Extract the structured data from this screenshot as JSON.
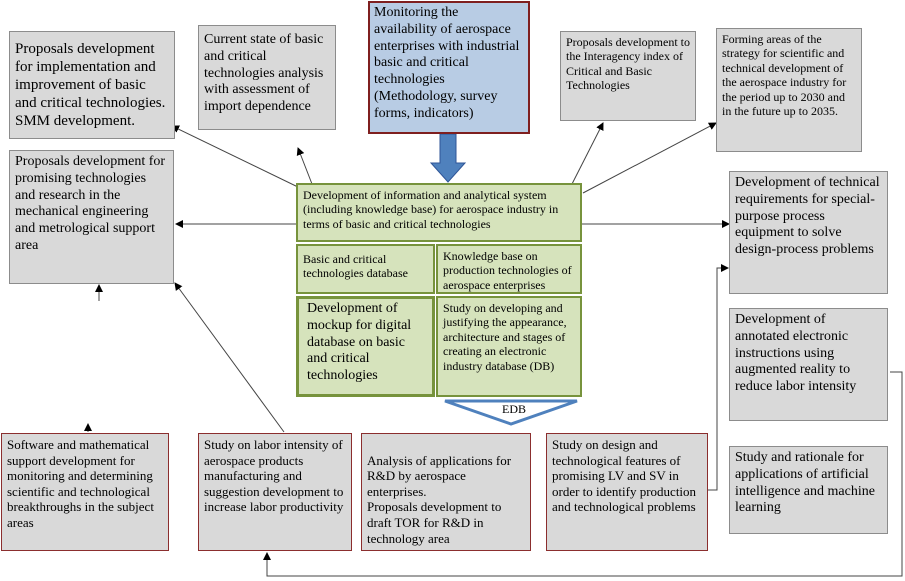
{
  "boxes": {
    "monitoring": "Monitoring the availability of aerospace enterprises with industrial basic and critical technologies (Methodology, survey forms, indicators)",
    "proposals_smm": "Proposals development for implementation and improvement of basic and critical technologies. SMM development.",
    "current_state": "Current state of basic and critical technologies analysis with assessment of import dependence",
    "interagency": "Proposals development to the Interagency index of Critical and Basic Technologies",
    "strategy": "Forming areas of the strategy for scientific and technical development of the aerospace industry for the period up to 2030 and in the future up to 2035.",
    "promising": "Proposals development for promising technologies and research in the mechanical engineering and metrological support area",
    "center_system": "Development of information and analytical system (including knowledge base) for aerospace industry in terms of basic and critical technologies",
    "database": "Basic and critical technologies database",
    "knowledge_base": "Knowledge base on production technologies of aerospace enterprises",
    "mockup": "Development of mockup for digital database on basic and critical technologies",
    "study_edb": "Study on developing and justifying the appearance, architecture and stages of creating an electronic industry database (DB)",
    "edb_label": "EDB",
    "tech_requirements": "Development of technical requirements for special-purpose process equipment to solve design-process problems",
    "annotated": "Development of annotated electronic instructions using augmented reality to reduce labor intensity",
    "ai": "Study and rationale for applications of artificial intelligence and machine learning",
    "software": "Software and mathematical support development for monitoring and determining scientific and technological breakthroughs in the subject areas",
    "labor": "Study on labor intensity of aerospace products manufacturing and suggestion development to increase labor productivity",
    "analysis_rd": "Analysis of applications for R&D by aerospace enterprises.\nProposals development to draft TOR for R&D in technology area",
    "lv_sv": "Study on design and technological features of promising LV and SV in order to identify production and technological problems"
  },
  "colors": {
    "gray_fill": "#d9d9d9",
    "green_fill": "#d6e3bc",
    "green_border": "#77933c",
    "blue_fill": "#b8cce4",
    "dark_red_border": "#7f1f1f",
    "arrow_blue": "#4f81bd"
  }
}
